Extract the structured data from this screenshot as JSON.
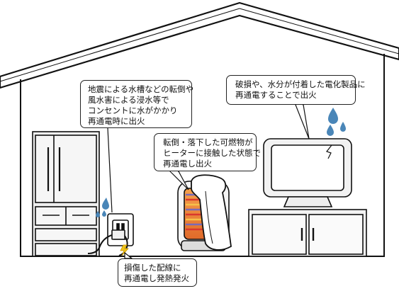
{
  "callouts": {
    "flood": {
      "lines": [
        "地震による水槽などの転倒や",
        "風水害による浸水等で",
        "コンセントに水がかかり",
        "再通電時に出火"
      ]
    },
    "tipover": {
      "lines": [
        "転倒・落下した可燃物が",
        "ヒーターに接触した状態で",
        "再通電し出火"
      ]
    },
    "damaged": {
      "lines": [
        "破損や、水分が付着した電化製品に",
        "再通電することで出火"
      ]
    },
    "wiring": {
      "lines": [
        "損傷した配線に",
        "再通電し発熱発火"
      ]
    }
  },
  "icons": {
    "house": "house-outline",
    "refrigerator": "refrigerator-icon",
    "outlet": "power-outlet-icon",
    "heater": "electric-heater-icon",
    "tv": "television-icon",
    "cabinet": "tv-cabinet-icon",
    "water": "water-drop-icon",
    "spark": "spark-icon"
  },
  "colors": {
    "line": "#111111",
    "appliance_fill": "#f2f2f2",
    "water": "#4a86b8",
    "heater_orange": "#e8832e",
    "heater_red": "#d9382e",
    "heater_purple": "#7a6ab8",
    "spark": "#f0c419"
  }
}
